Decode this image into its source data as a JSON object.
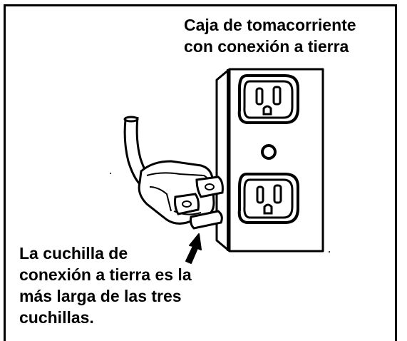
{
  "labels": {
    "outlet_caption": [
      "Caja de tomacorriente",
      "con conexión a tierra"
    ],
    "blade_caption": [
      "La cuchilla de",
      "conexión a tierra es la",
      "más larga de las tres",
      "cuchillas."
    ]
  }
}
